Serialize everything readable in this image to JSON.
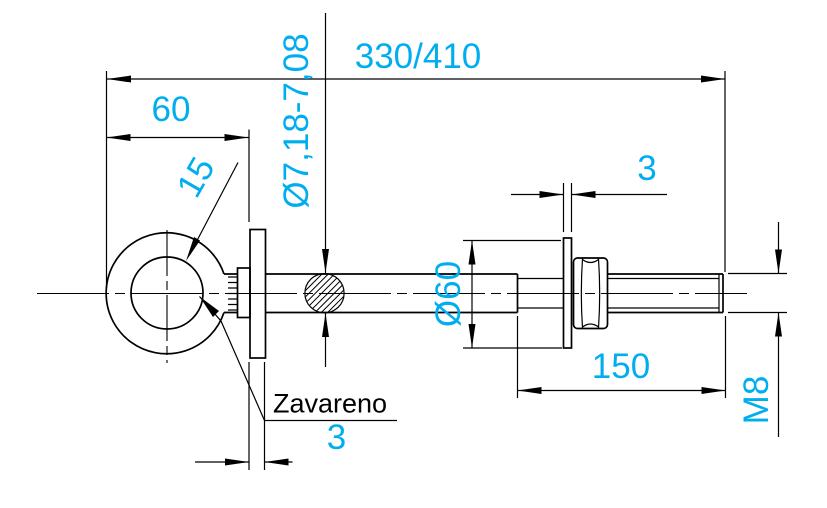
{
  "drawing": {
    "type": "technical-drawing",
    "subject": "welded eye bolt with flange, washer and hex nut",
    "colors": {
      "background": "#FFFFFF",
      "object_lines": "#000000",
      "dimension_text": "#00AEEF",
      "note_text": "#000000"
    },
    "labels": {
      "overall_length": "330/410",
      "eye_width": "60",
      "eye_rod_size": "15",
      "rod_diameter": "Ø7,18-7,08",
      "washer_thickness": "3",
      "washer_diameter": "Ø60",
      "thread_length": "150",
      "thread_size": "M8",
      "weld_note": "Zavareno",
      "weld_size": "3"
    }
  }
}
